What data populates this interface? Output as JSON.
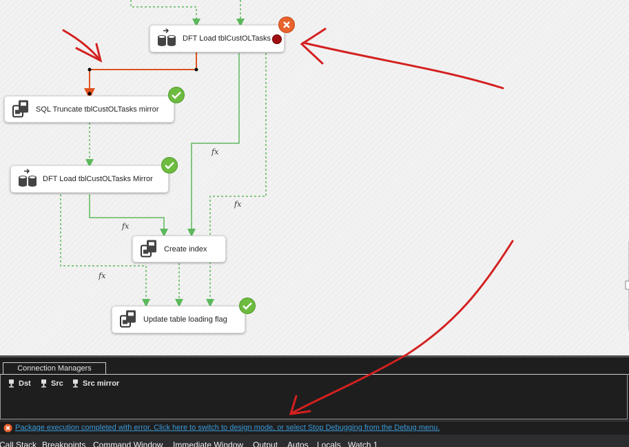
{
  "tasks": {
    "dft_load": {
      "label": "DFT Load tblCustOLTasks",
      "status": "error"
    },
    "sql_truncate": {
      "label": "SQL Truncate tblCustOLTasks mirror",
      "status": "success"
    },
    "dft_load_mirror": {
      "label": "DFT Load tblCustOLTasks Mirror",
      "status": "success"
    },
    "create_index": {
      "label": "Create index",
      "status": "none"
    },
    "update_flag": {
      "label": "Update table loading flag",
      "status": "success"
    }
  },
  "flow_labels": {
    "fx": "fx"
  },
  "connection_managers": {
    "tab_label": "Connection Managers",
    "items": [
      {
        "label": "Dst"
      },
      {
        "label": "Src"
      },
      {
        "label": "Src mirror"
      }
    ]
  },
  "status_bar": {
    "message": "Package execution completed with error. Click here to switch to design mode, or select Stop Debugging from the Debug menu."
  },
  "bottom_tabs": [
    "Call Stack",
    "Breakpoints",
    "Command Window",
    "Immediate Window",
    "Output",
    "Autos",
    "Locals",
    "Watch 1"
  ],
  "colors": {
    "success_flow": "#5cb85c",
    "failure_flow": "#e0521f",
    "error_badge": "#e8622c",
    "success_badge": "#6dbb3f",
    "annotation": "#d42020",
    "link": "#3a9ad9"
  }
}
